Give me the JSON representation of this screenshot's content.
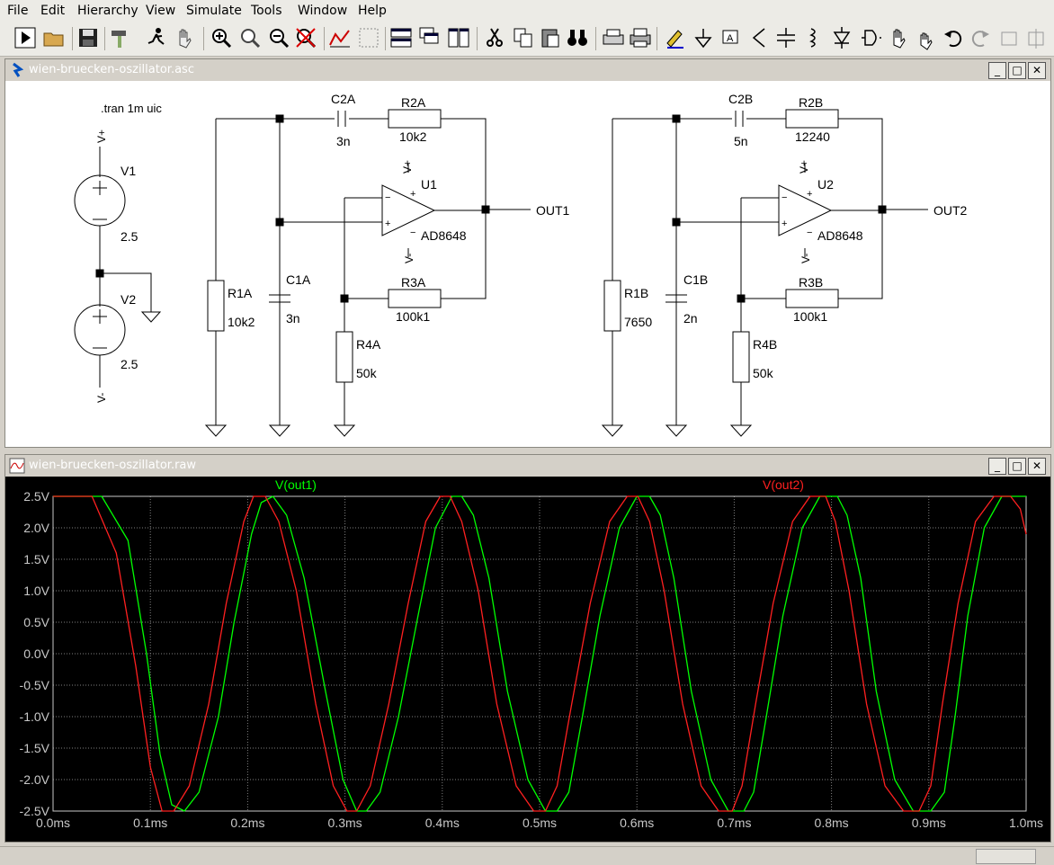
{
  "menu": [
    {
      "label": "File"
    },
    {
      "label": "Edit"
    },
    {
      "label": "Hierarchy"
    },
    {
      "label": "View"
    },
    {
      "label": "Simulate"
    },
    {
      "label": "Tools"
    },
    {
      "label": "Window"
    },
    {
      "label": "Help"
    }
  ],
  "schematic": {
    "title": "wien-bruecken-oszillator.asc",
    "directive": ".tran 1m uic",
    "sources": {
      "v1_name": "V1",
      "v1_value": "2.5",
      "v2_name": "V2",
      "v2_value": "2.5",
      "vplus": "V+",
      "vminus": "V-"
    },
    "circuit_a": {
      "c2_name": "C2A",
      "c2_value": "3n",
      "r2_name": "R2A",
      "r2_value": "10k2",
      "r1_name": "R1A",
      "r1_value": "10k2",
      "c1_name": "C1A",
      "c1_value": "3n",
      "r3_name": "R3A",
      "r3_value": "100k1",
      "r4_name": "R4A",
      "r4_value": "50k",
      "opamp_name": "U1",
      "opamp_model": "AD8648",
      "out_label": "OUT1"
    },
    "circuit_b": {
      "c2_name": "C2B",
      "c2_value": "5n",
      "r2_name": "R2B",
      "r2_value": "12240",
      "r1_name": "R1B",
      "r1_value": "7650",
      "c1_name": "C1B",
      "c1_value": "2n",
      "r3_name": "R3B",
      "r3_value": "100k1",
      "r4_name": "R4B",
      "r4_value": "50k",
      "opamp_name": "U2",
      "opamp_model": "AD8648",
      "out_label": "OUT2"
    }
  },
  "waveform": {
    "title": "wien-bruecken-oszillator.raw",
    "background": "#000000",
    "grid_color": "#808080"
  },
  "chart_data": {
    "type": "line",
    "xlabel": "",
    "ylabel": "",
    "xlim": [
      0,
      1.0
    ],
    "ylim": [
      -2.5,
      2.5
    ],
    "x_unit": "ms",
    "y_unit": "V",
    "grid": true,
    "legend": "top",
    "x_ticks": [
      "0.0ms",
      "0.1ms",
      "0.2ms",
      "0.3ms",
      "0.4ms",
      "0.5ms",
      "0.6ms",
      "0.7ms",
      "0.8ms",
      "0.9ms",
      "1.0ms"
    ],
    "y_ticks": [
      "2.5V",
      "2.0V",
      "1.5V",
      "1.0V",
      "0.5V",
      "0.0V",
      "-0.5V",
      "-1.0V",
      "-1.5V",
      "-2.0V",
      "-2.5V"
    ],
    "series": [
      {
        "name": "V(out1)",
        "color": "#00ff00",
        "x": [
          0.0,
          0.03,
          0.05,
          0.077,
          0.096,
          0.11,
          0.122,
          0.135,
          0.15,
          0.17,
          0.186,
          0.204,
          0.214,
          0.226,
          0.24,
          0.258,
          0.28,
          0.298,
          0.312,
          0.322,
          0.336,
          0.355,
          0.375,
          0.393,
          0.41,
          0.42,
          0.432,
          0.448,
          0.467,
          0.488,
          0.506,
          0.518,
          0.53,
          0.544,
          0.562,
          0.582,
          0.6,
          0.613,
          0.624,
          0.638,
          0.656,
          0.676,
          0.694,
          0.71,
          0.72,
          0.733,
          0.75,
          0.77,
          0.788,
          0.806,
          0.816,
          0.83,
          0.846,
          0.865,
          0.884,
          0.902,
          0.916,
          0.927,
          0.94,
          0.957,
          0.975,
          0.993,
          1.0
        ],
        "y": [
          2.5,
          2.5,
          2.5,
          1.8,
          0.0,
          -1.6,
          -2.4,
          -2.5,
          -2.2,
          -1.0,
          0.5,
          1.9,
          2.4,
          2.5,
          2.2,
          1.2,
          -0.6,
          -2.0,
          -2.5,
          -2.5,
          -2.2,
          -1.0,
          0.6,
          2.0,
          2.5,
          2.5,
          2.2,
          1.2,
          -0.6,
          -2.0,
          -2.5,
          -2.5,
          -2.2,
          -1.0,
          0.6,
          2.0,
          2.5,
          2.5,
          2.2,
          1.2,
          -0.6,
          -2.0,
          -2.5,
          -2.5,
          -2.2,
          -1.0,
          0.6,
          2.0,
          2.5,
          2.5,
          2.2,
          1.2,
          -0.6,
          -2.0,
          -2.5,
          -2.5,
          -2.2,
          -1.0,
          0.6,
          2.0,
          2.5,
          2.5,
          2.5
        ]
      },
      {
        "name": "V(out2)",
        "color": "#ff2020",
        "x": [
          0.0,
          0.025,
          0.04,
          0.065,
          0.085,
          0.1,
          0.112,
          0.124,
          0.14,
          0.16,
          0.178,
          0.196,
          0.206,
          0.218,
          0.232,
          0.25,
          0.27,
          0.288,
          0.302,
          0.312,
          0.326,
          0.345,
          0.365,
          0.383,
          0.398,
          0.408,
          0.42,
          0.437,
          0.456,
          0.476,
          0.494,
          0.506,
          0.518,
          0.533,
          0.552,
          0.572,
          0.59,
          0.601,
          0.613,
          0.628,
          0.647,
          0.666,
          0.684,
          0.698,
          0.708,
          0.722,
          0.74,
          0.76,
          0.778,
          0.794,
          0.804,
          0.818,
          0.836,
          0.855,
          0.874,
          0.89,
          0.902,
          0.914,
          0.93,
          0.948,
          0.967,
          0.984,
          0.994,
          1.0
        ],
        "y": [
          2.5,
          2.5,
          2.5,
          1.6,
          -0.2,
          -1.8,
          -2.5,
          -2.5,
          -2.1,
          -0.8,
          0.8,
          2.1,
          2.5,
          2.5,
          2.1,
          1.0,
          -0.8,
          -2.1,
          -2.5,
          -2.5,
          -2.1,
          -0.8,
          0.8,
          2.1,
          2.5,
          2.5,
          2.1,
          1.0,
          -0.8,
          -2.1,
          -2.5,
          -2.5,
          -2.1,
          -0.8,
          0.8,
          2.1,
          2.5,
          2.5,
          2.1,
          1.0,
          -0.8,
          -2.1,
          -2.5,
          -2.5,
          -2.1,
          -0.8,
          0.8,
          2.1,
          2.5,
          2.5,
          2.1,
          1.0,
          -0.8,
          -2.1,
          -2.5,
          -2.5,
          -2.1,
          -0.8,
          0.8,
          2.1,
          2.5,
          2.5,
          2.3,
          1.9
        ]
      }
    ]
  }
}
